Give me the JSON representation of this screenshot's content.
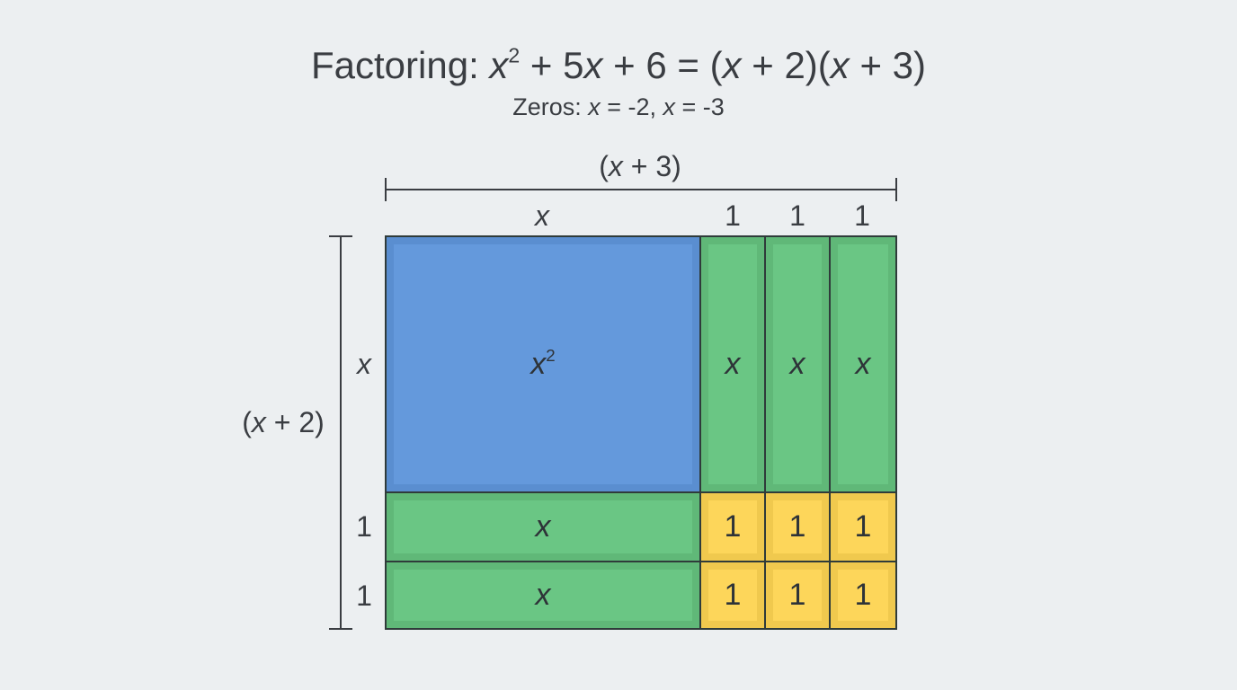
{
  "title": {
    "prefix": "Factoring: ",
    "lhs_var": "x",
    "lhs_exp": "2",
    "lhs_rest_a": " + 5",
    "lhs_var2": "x",
    "lhs_rest_b": " + 6 = (",
    "f1_var": "x",
    "f1_rest": " + 2)(",
    "f2_var": "x",
    "f2_rest": " + 3)"
  },
  "subtitle": {
    "prefix": "Zeros: ",
    "z1_var": "x",
    "z1_rest": " = -2,  ",
    "z2_var": "x",
    "z2_rest": " = -3"
  },
  "top_dimension": {
    "label_open": "(",
    "label_var": "x",
    "label_rest": " + 3)",
    "segments": [
      "x",
      "1",
      "1",
      "1"
    ]
  },
  "left_dimension": {
    "label_open": "(",
    "label_var": "x",
    "label_rest": " + 2)",
    "segments": [
      "x",
      "1",
      "1"
    ]
  },
  "tiles": {
    "x_squared": {
      "var": "x",
      "exp": "2",
      "color": "#6499dc"
    },
    "x_column": {
      "label": "x",
      "color": "#6ac684"
    },
    "x_row": {
      "label": "x",
      "color": "#6ac684"
    },
    "unit": {
      "label": "1",
      "color": "#fdd65a"
    }
  },
  "colors": {
    "background": "#eceff1",
    "text": "#3a3d42",
    "border": "#2f3b3a"
  }
}
